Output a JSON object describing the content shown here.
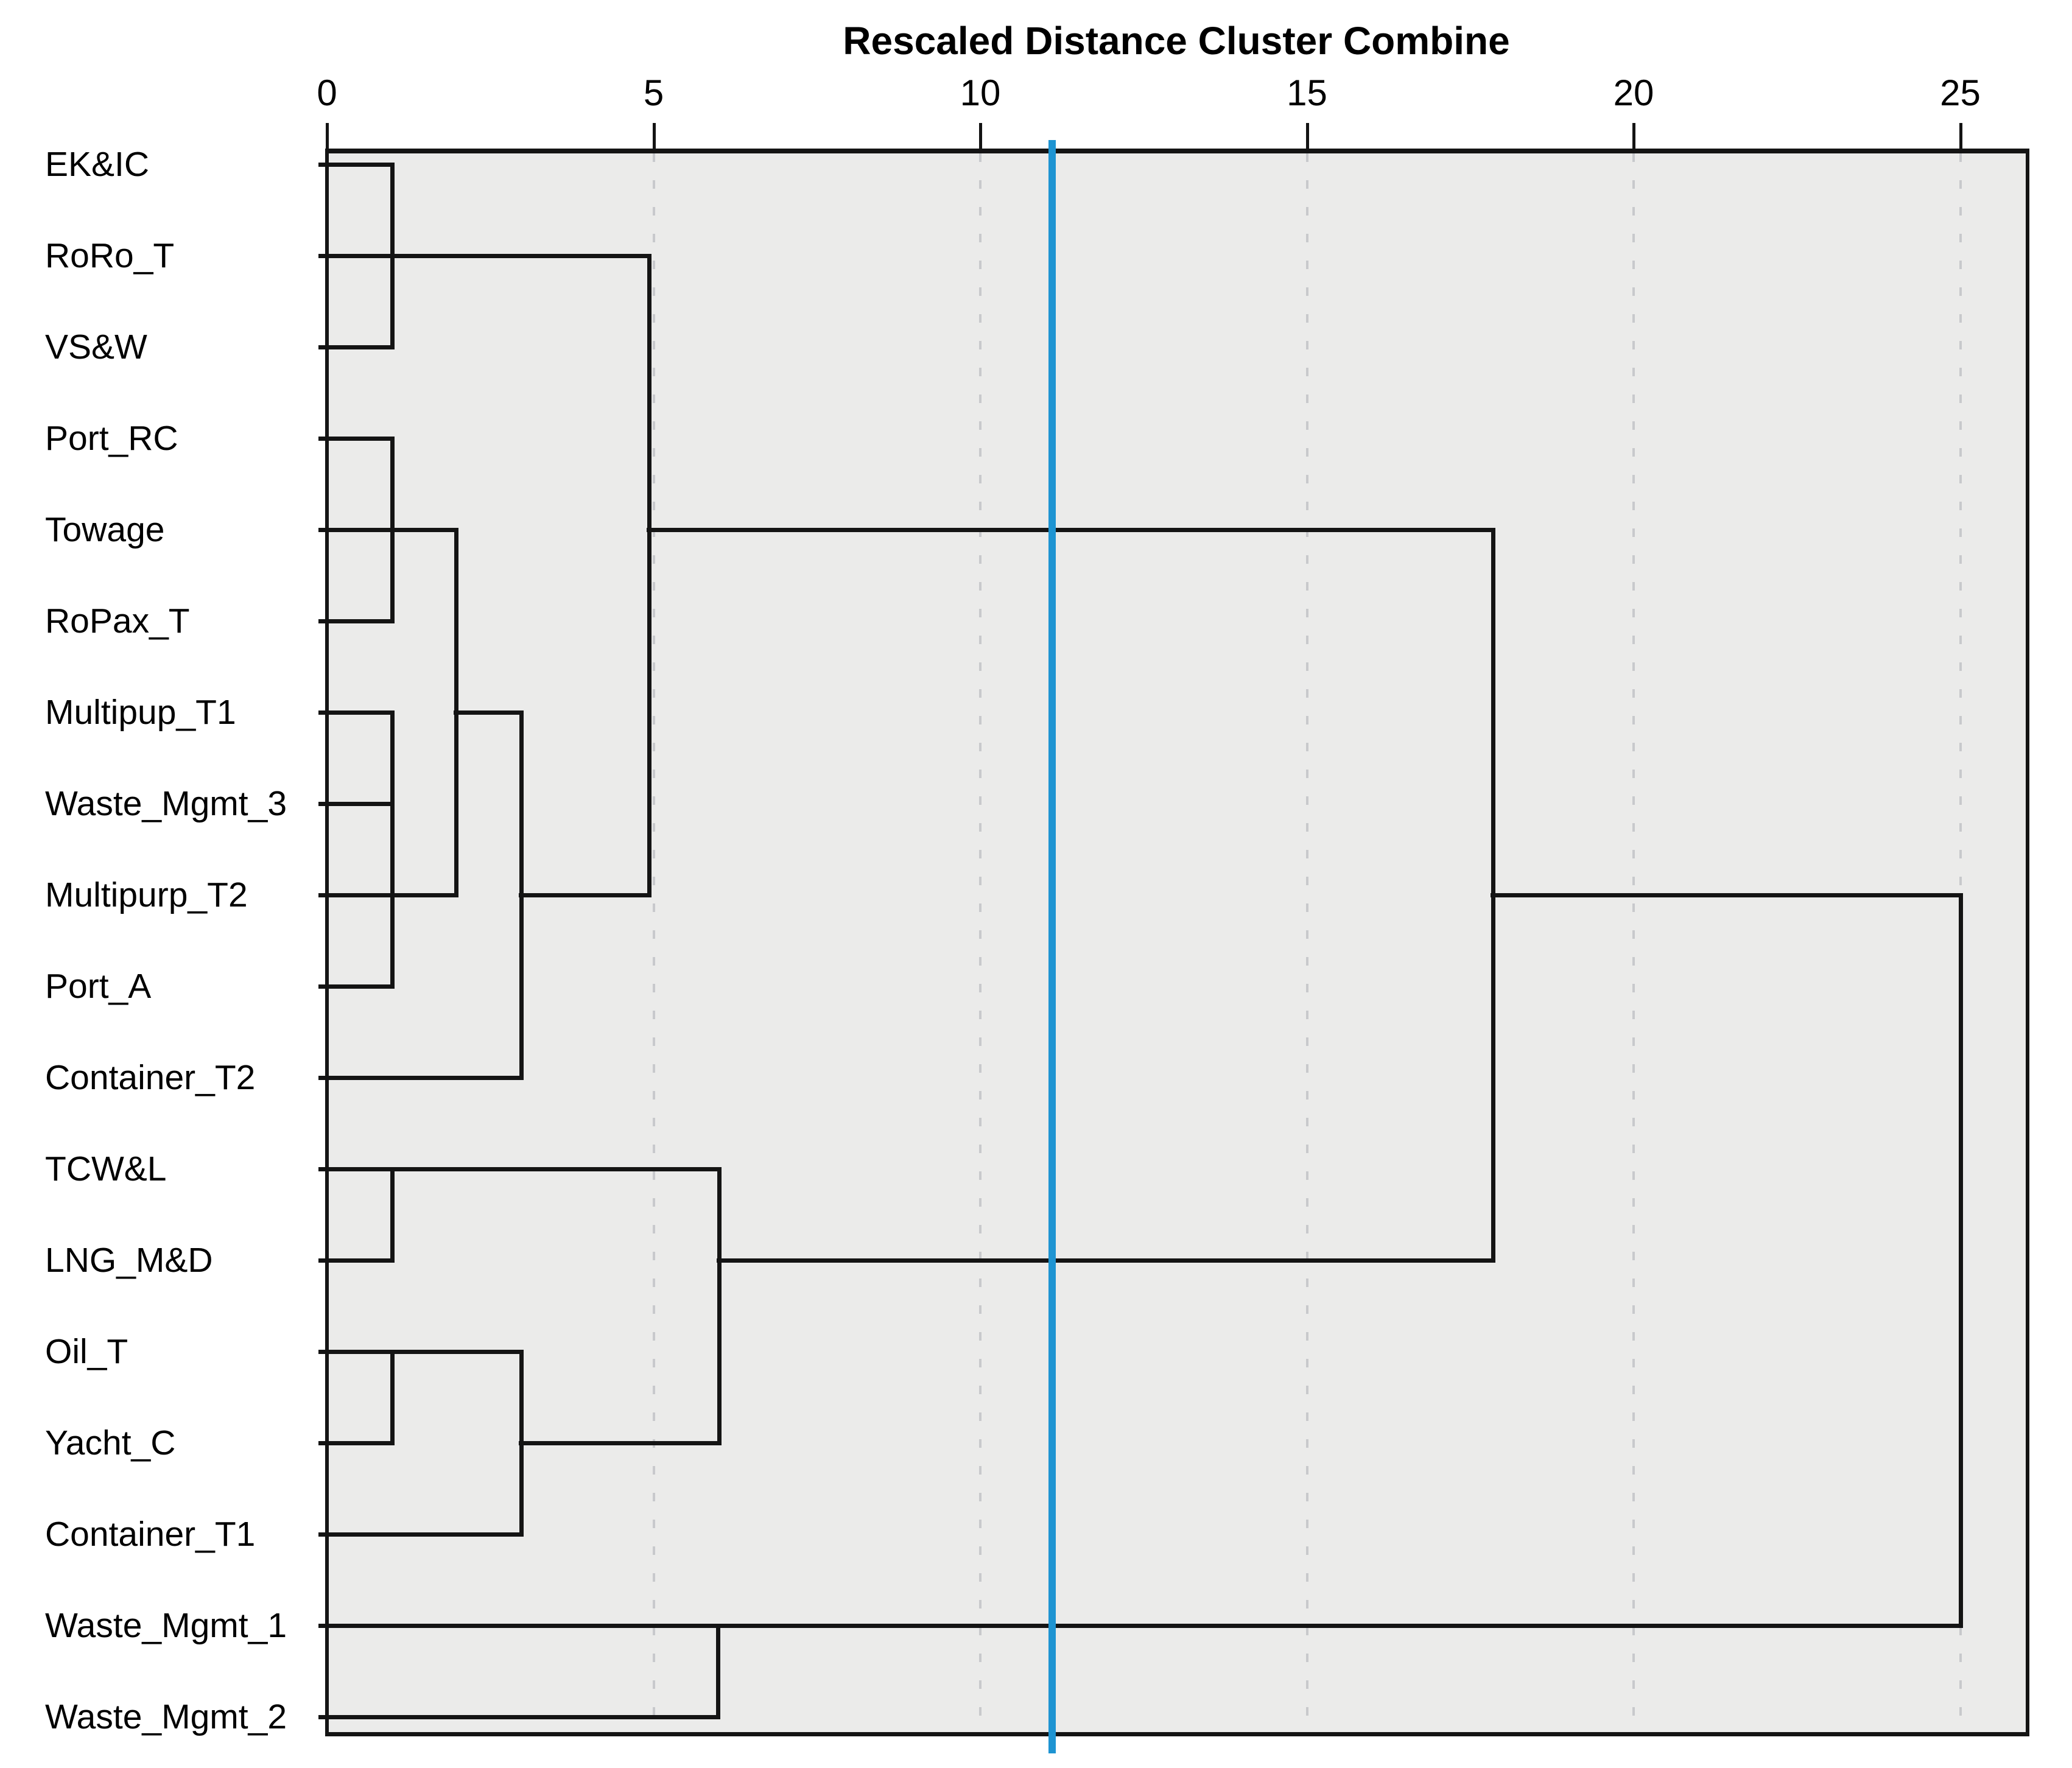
{
  "title": "Rescaled Distance Cluster Combine",
  "chart_data": {
    "type": "dendrogram",
    "orientation": "horizontal",
    "title": "Rescaled Distance Cluster Combine",
    "xlabel": "Rescaled Distance Cluster Combine",
    "axis_ticks": [
      0,
      5,
      10,
      15,
      20,
      25
    ],
    "axis_range": [
      0,
      25
    ],
    "gridlines_at": [
      5,
      10,
      15,
      20,
      25
    ],
    "legend_position": "none",
    "leaves": [
      "EK&IC",
      "RoRo_T",
      "VS&W",
      "Port_RC",
      "Towage",
      "RoPax_T",
      "Multipup_T1",
      "Waste_Mgmt_3",
      "Multipurp_T2",
      "Port_A",
      "Container_T2",
      "TCW&L",
      "LNG_M&D",
      "Oil_T",
      "Yacht_C",
      "Container_T1",
      "Waste_Mgmt_1",
      "Waste_Mgmt_2"
    ],
    "horizontal_segments": [
      {
        "row": 1,
        "from": 0,
        "to": 1.0
      },
      {
        "row": 2,
        "from": 0,
        "to": 4.93
      },
      {
        "row": 3,
        "from": 0,
        "to": 1.0
      },
      {
        "row": 4,
        "from": 0,
        "to": 1.0
      },
      {
        "row": 5,
        "from": 0,
        "to": 1.98
      },
      {
        "row": 5,
        "from": 4.93,
        "to": 17.85
      },
      {
        "row": 6,
        "from": 0,
        "to": 1.0
      },
      {
        "row": 7,
        "from": 0,
        "to": 1.0
      },
      {
        "row": 7,
        "from": 1.98,
        "to": 2.97
      },
      {
        "row": 8,
        "from": 0,
        "to": 1.0
      },
      {
        "row": 9,
        "from": 0,
        "to": 1.98
      },
      {
        "row": 9,
        "from": 2.97,
        "to": 4.93
      },
      {
        "row": 9,
        "from": 17.85,
        "to": 25
      },
      {
        "row": 10,
        "from": 0,
        "to": 1.0
      },
      {
        "row": 11,
        "from": 0,
        "to": 2.97
      },
      {
        "row": 12,
        "from": 0,
        "to": 6.0
      },
      {
        "row": 13,
        "from": 0,
        "to": 1.0
      },
      {
        "row": 13,
        "from": 6.0,
        "to": 17.85
      },
      {
        "row": 14,
        "from": 0,
        "to": 2.97
      },
      {
        "row": 15,
        "from": 0,
        "to": 1.0
      },
      {
        "row": 15,
        "from": 2.97,
        "to": 6.0
      },
      {
        "row": 16,
        "from": 0,
        "to": 2.97
      },
      {
        "row": 17,
        "from": 0,
        "to": 25
      },
      {
        "row": 18,
        "from": 0,
        "to": 5.98
      }
    ],
    "vertical_segments": [
      {
        "x": 1.0,
        "from_row": 1,
        "to_row": 3
      },
      {
        "x": 1.0,
        "from_row": 4,
        "to_row": 6
      },
      {
        "x": 1.0,
        "from_row": 7,
        "to_row": 10
      },
      {
        "x": 1.0,
        "from_row": 12,
        "to_row": 13
      },
      {
        "x": 1.0,
        "from_row": 14,
        "to_row": 15
      },
      {
        "x": 1.98,
        "from_row": 5,
        "to_row": 9
      },
      {
        "x": 2.97,
        "from_row": 7,
        "to_row": 11
      },
      {
        "x": 2.97,
        "from_row": 14,
        "to_row": 16
      },
      {
        "x": 4.93,
        "from_row": 2,
        "to_row": 9
      },
      {
        "x": 5.98,
        "from_row": 17,
        "to_row": 18
      },
      {
        "x": 6.0,
        "from_row": 12,
        "to_row": 15
      },
      {
        "x": 17.85,
        "from_row": 5,
        "to_row": 13
      },
      {
        "x": 25,
        "from_row": 9,
        "to_row": 17
      }
    ],
    "merges": [
      {
        "join": [
          "EK&IC",
          "RoRo_T",
          "VS&W"
        ],
        "distance": 1
      },
      {
        "join": [
          "Port_RC",
          "Towage",
          "RoPax_T"
        ],
        "distance": 1
      },
      {
        "join": [
          "Multipup_T1",
          "Waste_Mgmt_3",
          "Multipurp_T2",
          "Port_A"
        ],
        "distance": 1
      },
      {
        "join": [
          "TCW&L",
          "LNG_M&D"
        ],
        "distance": 1
      },
      {
        "join": [
          "Oil_T",
          "Yacht_C"
        ],
        "distance": 1
      },
      {
        "join": [
          "{Port_RC,Towage,RoPax_T}",
          "{Multipup_T1,Waste_Mgmt_3,Multipurp_T2,Port_A}"
        ],
        "distance": 2
      },
      {
        "join": [
          "{Port_RC..Port_A}",
          "Container_T2"
        ],
        "distance": 3
      },
      {
        "join": [
          "{Oil_T,Yacht_C}",
          "Container_T1"
        ],
        "distance": 3
      },
      {
        "join": [
          "{EK&IC,RoRo_T,VS&W}",
          "{Port_RC..Container_T2}"
        ],
        "distance": 4.9
      },
      {
        "join": [
          "{TCW&L,LNG_M&D}",
          "{Oil_T,Yacht_C,Container_T1}"
        ],
        "distance": 6
      },
      {
        "join": [
          "Waste_Mgmt_1",
          "Waste_Mgmt_2"
        ],
        "distance": 6
      },
      {
        "join": [
          "{EK&IC..Container_T2}",
          "{TCW&L..Container_T1}"
        ],
        "distance": 17.9
      },
      {
        "join": [
          "{EK&IC..Container_T1}",
          "{Waste_Mgmt_1,Waste_Mgmt_2}"
        ],
        "distance": 25
      }
    ],
    "cut_line": {
      "x": 11.1,
      "color": "#1E94D2"
    },
    "colors": {
      "line": "#141414",
      "plot_background": "#EBEBEA",
      "gridline": "#C8C9CC",
      "cut_line": "#1E94D2",
      "text": "#000000",
      "page_background": "#FFFFFF"
    }
  }
}
